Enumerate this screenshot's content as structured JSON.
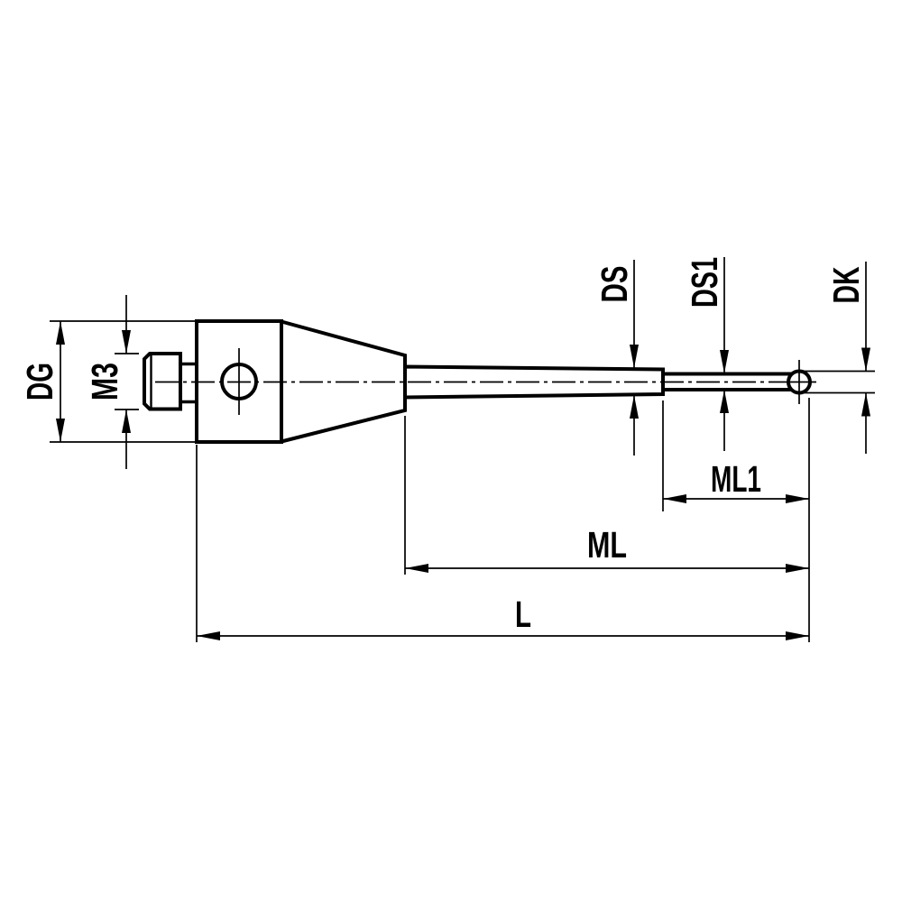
{
  "drawing": {
    "type": "technical-drawing-stylus",
    "description": "2D dimensioned engineering drawing of a CMM touch-probe stylus: threaded stud, holder body with cross hole, taper, stepped stem and ball tip",
    "labels": {
      "dg": "DG",
      "m3": "M3",
      "ds": "DS",
      "ds1": "DS1",
      "dk": "DK",
      "ml1": "ML1",
      "ml": "ML",
      "l": "L"
    },
    "dimension_labels": [
      "DG",
      "M3",
      "DS",
      "DS1",
      "DK",
      "ML1",
      "ML",
      "L"
    ],
    "colors": {
      "line": "#000000",
      "background": "#ffffff"
    }
  }
}
